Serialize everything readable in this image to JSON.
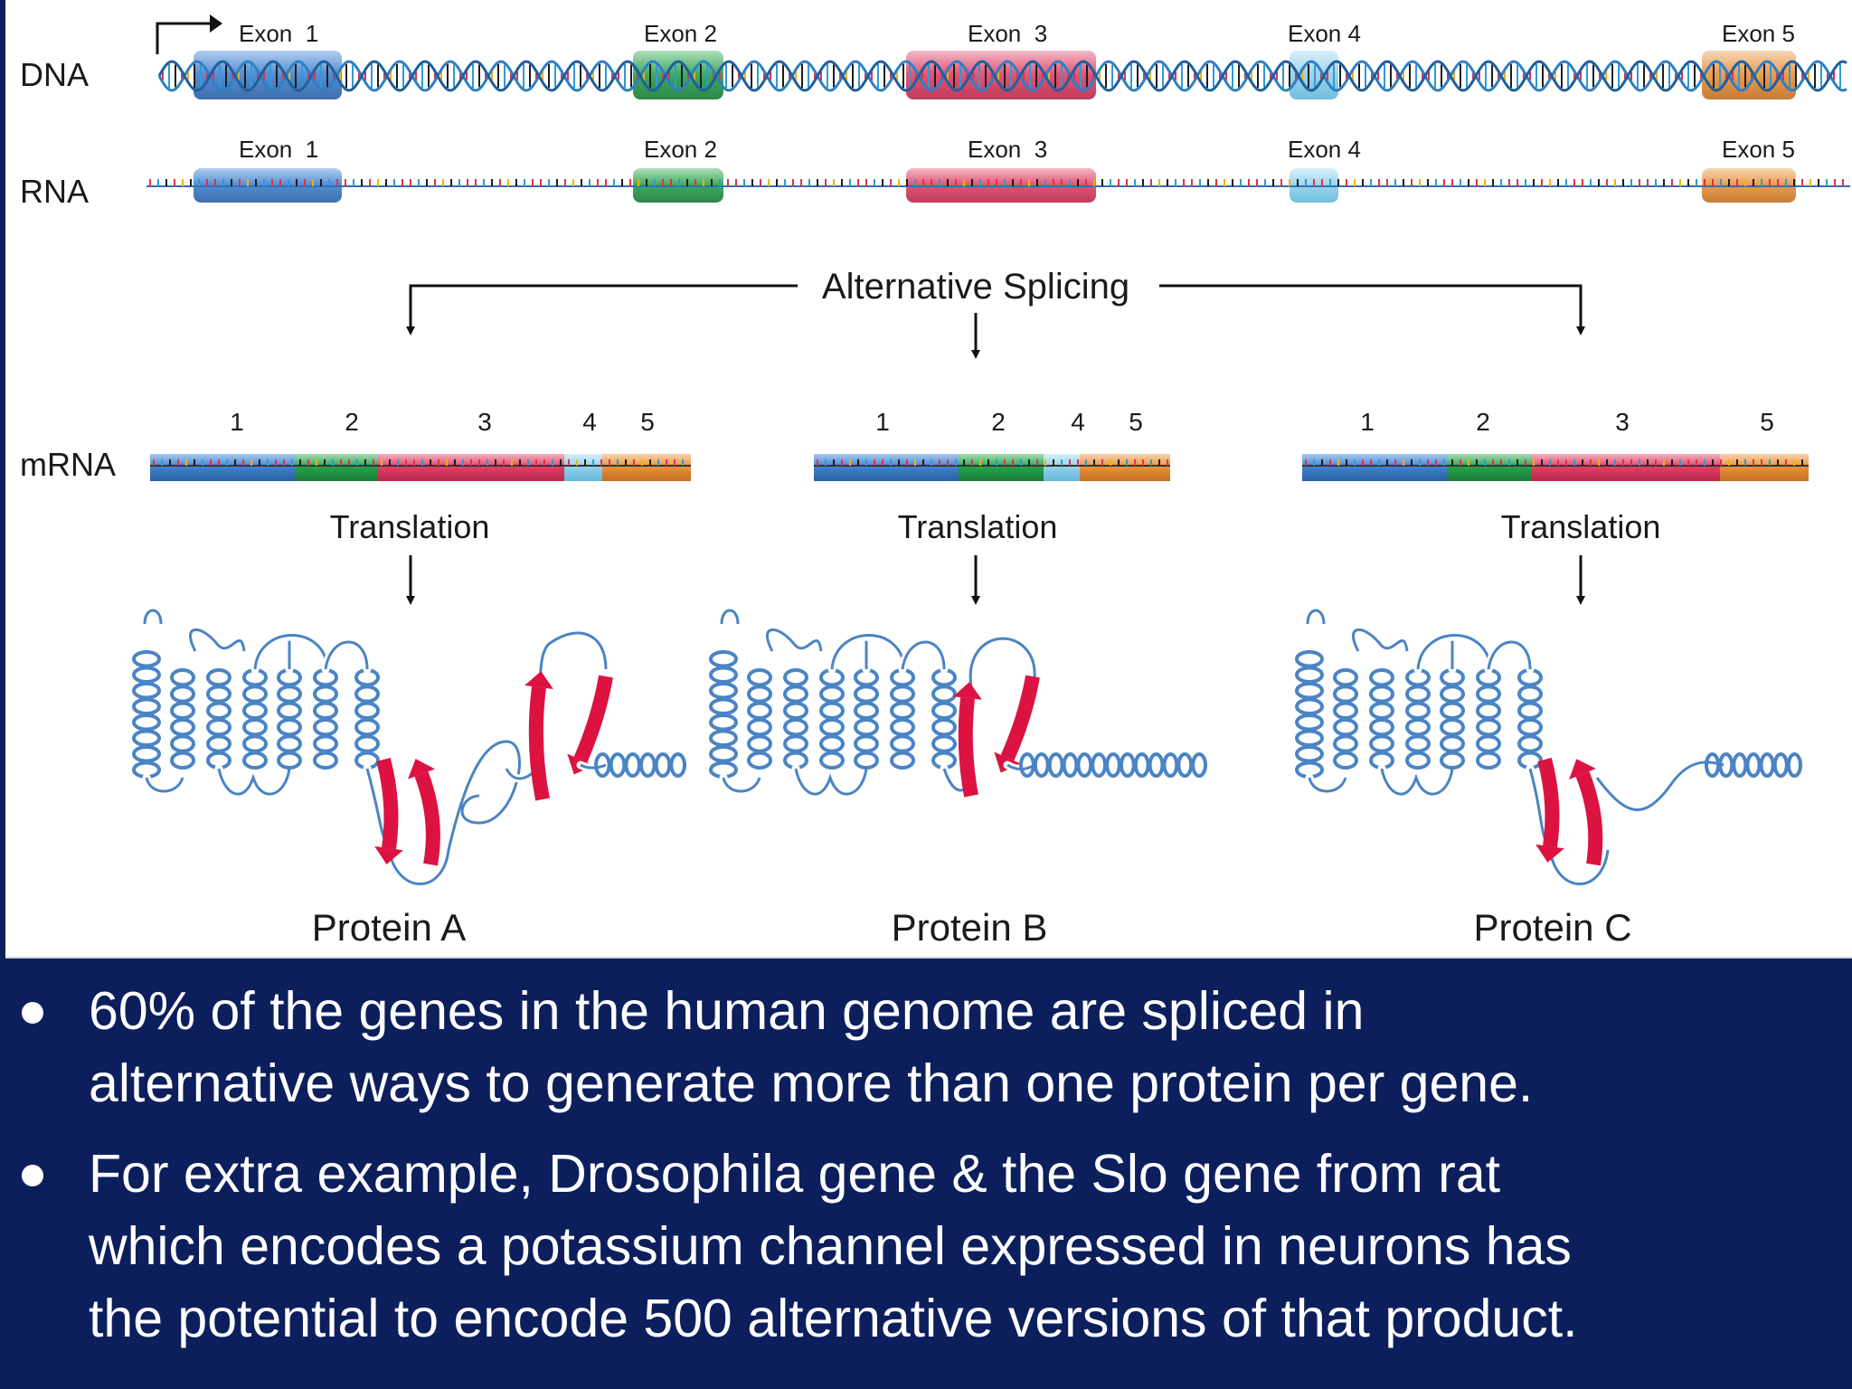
{
  "diagram": {
    "row_labels": {
      "dna": "DNA",
      "rna": "RNA",
      "mrna": "mRNA"
    },
    "exon_labels": [
      "Exon  1",
      "Exon 2",
      "Exon  3",
      "Exon 4",
      "Exon 5"
    ],
    "splicing_label": "Alternative Splicing",
    "translation_label": "Translation",
    "isoforms": [
      {
        "exon_numbers": [
          "1",
          "2",
          "3",
          "4",
          "5"
        ],
        "protein": "Protein A"
      },
      {
        "exon_numbers": [
          "1",
          "2",
          "4",
          "5"
        ],
        "protein": "Protein B"
      },
      {
        "exon_numbers": [
          "1",
          "2",
          "3",
          "5"
        ],
        "protein": "Protein C"
      }
    ],
    "colors": {
      "exon1": "#3e7fcc",
      "exon2": "#24a04b",
      "exon3": "#de3f63",
      "exon4": "#8fd0ea",
      "exon5": "#e88f3a",
      "protein_coil": "#4a84c4",
      "beta_arrow": "#dc1240",
      "slide_background": "#0c1f5c"
    }
  },
  "bullets": [
    {
      "lines": [
        "60% of the genes in the human genome are spliced in",
        "alternative ways to generate more than one protein per gene."
      ]
    },
    {
      "lines": [
        "For extra example, Drosophila gene & the Slo gene from rat",
        "which encodes a potassium channel expressed in neurons has",
        "the potential to encode 500 alternative versions of that product."
      ]
    }
  ]
}
